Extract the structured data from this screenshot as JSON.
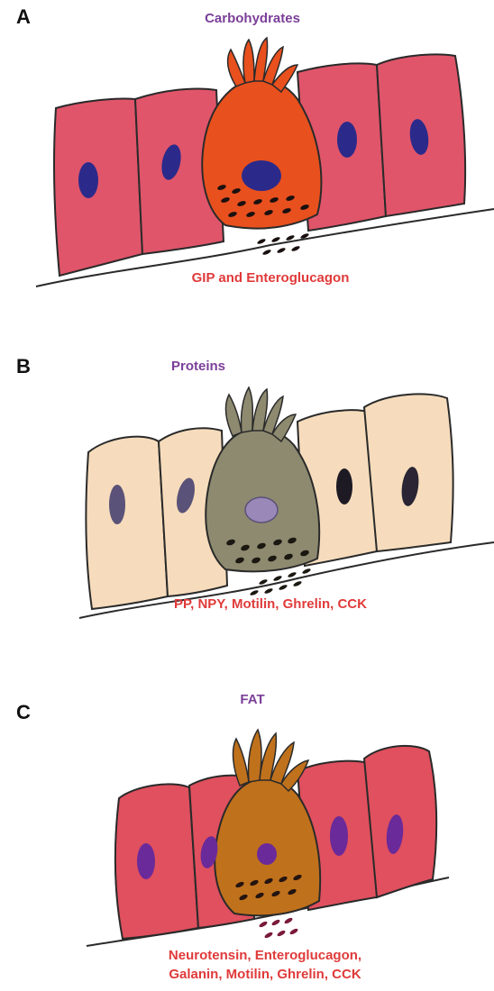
{
  "colors": {
    "stimulus_text": "#7b3f98",
    "hormone_text": "#e03a3a",
    "outline": "#2a2a2a",
    "nucleus_dark": "#2b2a8a",
    "panel_a_cell": "#e0556a",
    "panel_a_endocrine": "#e8501e",
    "panel_b_cell": "#f6dcbc",
    "panel_b_endocrine": "#8e8a70",
    "panel_c_cell": "#e0505e",
    "panel_c_endocrine": "#c0711c"
  },
  "panels": [
    {
      "letter": "A",
      "stimulus": "Carbohydrates",
      "hormones": [
        "GIP and Enteroglucagon"
      ]
    },
    {
      "letter": "B",
      "stimulus": "Proteins",
      "hormones": [
        "PP, NPY, Motilin, Ghrelin, CCK"
      ]
    },
    {
      "letter": "C",
      "stimulus": "FAT",
      "hormones": [
        "Neurotensin, Enteroglucagon,",
        "Galanin, Motilin, Ghrelin, CCK"
      ]
    }
  ]
}
